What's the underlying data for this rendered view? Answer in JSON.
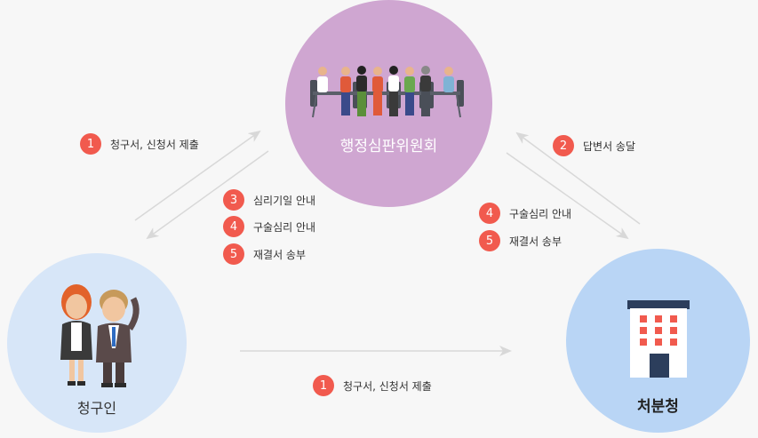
{
  "nodes": {
    "committee": "행정심판위원회",
    "claimant": "청구인",
    "agency": "처분청"
  },
  "steps": {
    "top_left": [
      {
        "num": "1",
        "text": "청구서, 신청서 제출"
      }
    ],
    "center_left": [
      {
        "num": "3",
        "text": "심리기일 안내"
      },
      {
        "num": "4",
        "text": "구술심리 안내"
      },
      {
        "num": "5",
        "text": "재결서 송부"
      }
    ],
    "top_right": [
      {
        "num": "2",
        "text": "답변서 송달"
      }
    ],
    "center_right": [
      {
        "num": "4",
        "text": "구술심리 안내"
      },
      {
        "num": "5",
        "text": "재결서 송부"
      }
    ],
    "bottom": [
      {
        "num": "1",
        "text": "청구서, 신청서 제출"
      }
    ]
  },
  "colors": {
    "committee": "#cfa6d1",
    "claimant": "#d7e6f8",
    "agency": "#b9d5f5",
    "badge": "#f15a4e",
    "arrow": "#d8d8d8"
  },
  "icons": {
    "committee": "meeting-people-icon",
    "claimant": "two-people-icon",
    "agency": "building-icon"
  }
}
